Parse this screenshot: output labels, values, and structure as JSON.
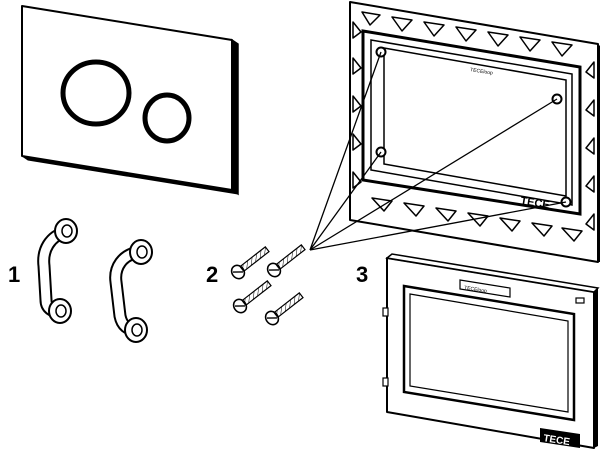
{
  "parts": [
    {
      "id": "1",
      "label": "1"
    },
    {
      "id": "2",
      "label": "2"
    },
    {
      "id": "3",
      "label": "3"
    }
  ],
  "mounting_frame": {
    "brand_mark": "TECE",
    "small_label": "TECEloop"
  },
  "cover_frame": {
    "brand_mark": "TECE",
    "small_label": "TECEloop"
  }
}
